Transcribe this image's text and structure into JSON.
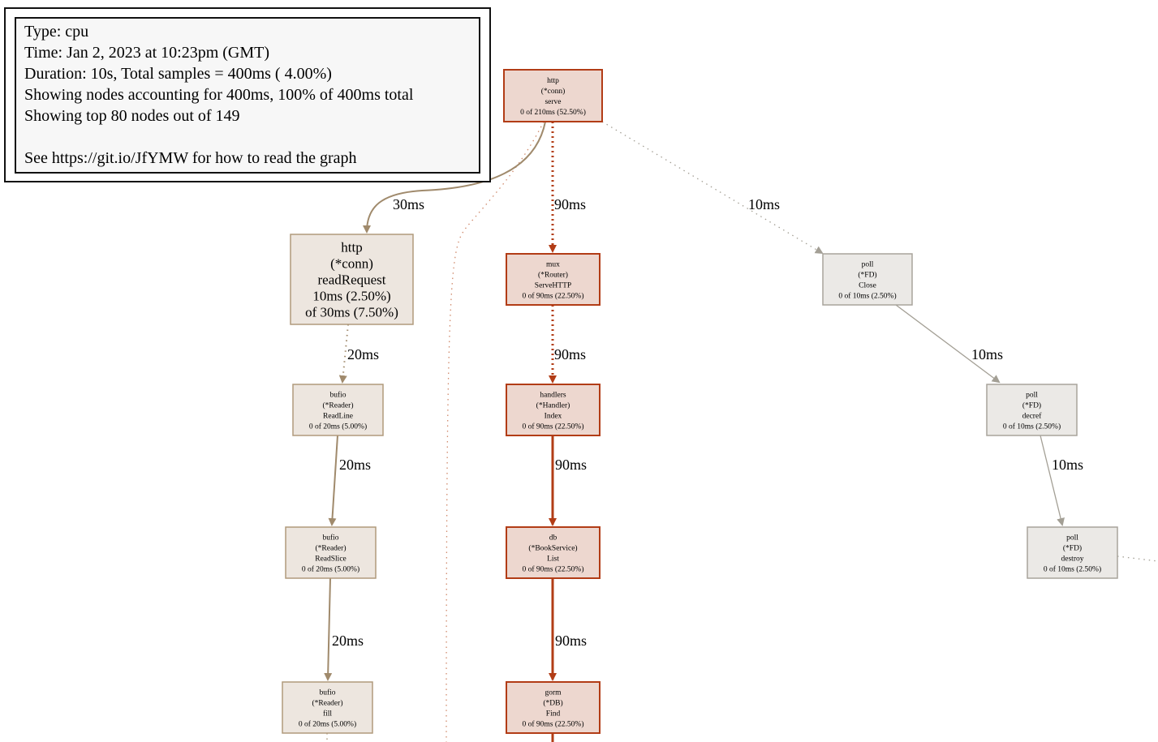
{
  "legend": {
    "type_line": "Type: cpu",
    "time_line": "Time: Jan 2, 2023 at 10:23pm (GMT)",
    "duration_line": "Duration: 10s, Total samples = 400ms ( 4.00%)",
    "showing_line": "Showing nodes accounting for 400ms, 100% of 400ms total",
    "top_line": "Showing top 80 nodes out of 149",
    "help_line": "See https://git.io/JfYMW for how to read the graph"
  },
  "colors": {
    "hot_fill": "#edd7cf",
    "hot_stroke": "#b23c16",
    "hot_edge": "#b23c16",
    "warm_fill": "#ede6df",
    "warm_stroke": "#b09a7c",
    "warm_edge": "#a08a6c",
    "cool_fill": "#ebe9e6",
    "cool_stroke": "#a8a49c",
    "cool_edge": "#a39f95",
    "faint_edge": "#d08a6c"
  },
  "nodes": [
    {
      "id": "http_serve",
      "lines": [
        "http",
        "(*conn)",
        "serve",
        "0 of 210ms (52.50%)"
      ],
      "style": "hot"
    },
    {
      "id": "http_readRequest",
      "lines": [
        "http",
        "(*conn)",
        "readRequest",
        "10ms (2.50%)",
        "of 30ms (7.50%)"
      ],
      "style": "warm"
    },
    {
      "id": "mux_ServeHTTP",
      "lines": [
        "mux",
        "(*Router)",
        "ServeHTTP",
        "0 of 90ms (22.50%)"
      ],
      "style": "hot"
    },
    {
      "id": "poll_Close",
      "lines": [
        "poll",
        "(*FD)",
        "Close",
        "0 of 10ms (2.50%)"
      ],
      "style": "cool"
    },
    {
      "id": "bufio_ReadLine",
      "lines": [
        "bufio",
        "(*Reader)",
        "ReadLine",
        "0 of 20ms (5.00%)"
      ],
      "style": "warm"
    },
    {
      "id": "handlers_Index",
      "lines": [
        "handlers",
        "(*Handler)",
        "Index",
        "0 of 90ms (22.50%)"
      ],
      "style": "hot"
    },
    {
      "id": "poll_decref",
      "lines": [
        "poll",
        "(*FD)",
        "decref",
        "0 of 10ms (2.50%)"
      ],
      "style": "cool"
    },
    {
      "id": "bufio_ReadSlice",
      "lines": [
        "bufio",
        "(*Reader)",
        "ReadSlice",
        "0 of 20ms (5.00%)"
      ],
      "style": "warm"
    },
    {
      "id": "db_List",
      "lines": [
        "db",
        "(*BookService)",
        "List",
        "0 of 90ms (22.50%)"
      ],
      "style": "hot"
    },
    {
      "id": "poll_destroy",
      "lines": [
        "poll",
        "(*FD)",
        "destroy",
        "0 of 10ms (2.50%)"
      ],
      "style": "cool"
    },
    {
      "id": "bufio_fill",
      "lines": [
        "bufio",
        "(*Reader)",
        "fill",
        "0 of 20ms (5.00%)"
      ],
      "style": "warm"
    },
    {
      "id": "gorm_Find",
      "lines": [
        "gorm",
        "(*DB)",
        "Find",
        "0 of 90ms (22.50%)"
      ],
      "style": "hot"
    }
  ],
  "edges": [
    {
      "id": "e1",
      "from": "http_serve",
      "to": "http_readRequest",
      "label": "30ms",
      "style": "warm",
      "dash": "solid"
    },
    {
      "id": "e2",
      "from": "http_serve",
      "to": "mux_ServeHTTP",
      "label": "90ms",
      "style": "hot",
      "dash": "dotted"
    },
    {
      "id": "e3",
      "from": "http_serve",
      "to": "poll_Close",
      "label": "10ms",
      "style": "cool",
      "dash": "dotted"
    },
    {
      "id": "e4",
      "from": "mux_ServeHTTP",
      "to": "handlers_Index",
      "label": "90ms",
      "style": "hot",
      "dash": "dotted"
    },
    {
      "id": "e5",
      "from": "http_readRequest",
      "to": "bufio_ReadLine",
      "label": "20ms",
      "style": "warm",
      "dash": "dotted"
    },
    {
      "id": "e6",
      "from": "poll_Close",
      "to": "poll_decref",
      "label": "10ms",
      "style": "cool",
      "dash": "solid"
    },
    {
      "id": "e7",
      "from": "bufio_ReadLine",
      "to": "bufio_ReadSlice",
      "label": "20ms",
      "style": "warm",
      "dash": "solid"
    },
    {
      "id": "e8",
      "from": "handlers_Index",
      "to": "db_List",
      "label": "90ms",
      "style": "hot",
      "dash": "solid"
    },
    {
      "id": "e9",
      "from": "poll_decref",
      "to": "poll_destroy",
      "label": "10ms",
      "style": "cool",
      "dash": "solid"
    },
    {
      "id": "e10",
      "from": "bufio_ReadSlice",
      "to": "bufio_fill",
      "label": "20ms",
      "style": "warm",
      "dash": "solid"
    },
    {
      "id": "e11",
      "from": "db_List",
      "to": "gorm_Find",
      "label": "90ms",
      "style": "hot",
      "dash": "solid"
    }
  ]
}
